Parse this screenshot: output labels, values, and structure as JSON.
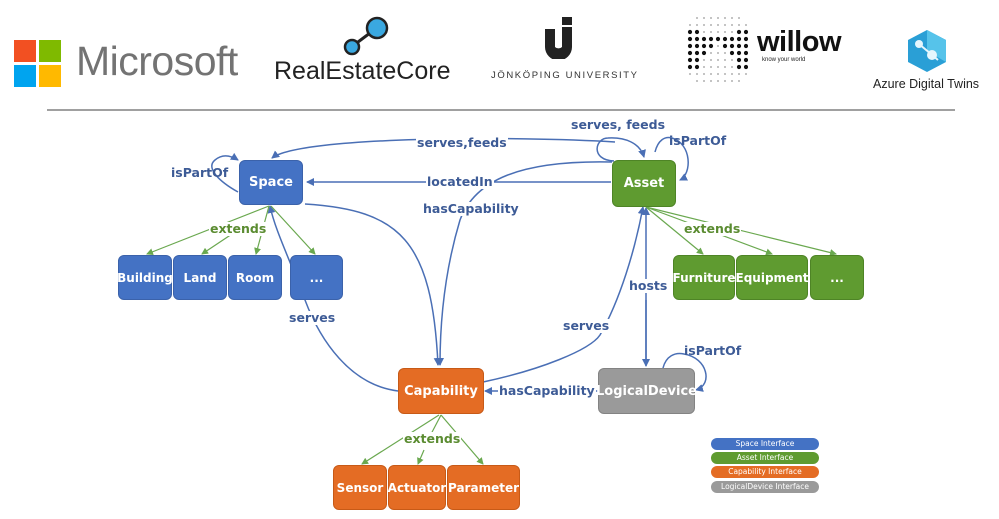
{
  "header": {
    "logos": [
      {
        "name": "Microsoft",
        "text": "Microsoft",
        "colors": [
          "#f25022",
          "#7fba00",
          "#00a4ef",
          "#ffb900"
        ]
      },
      {
        "name": "RealEstateCore",
        "text": "RealEstateCore",
        "accent": "#3aa8e0"
      },
      {
        "name": "Jönköping University",
        "text": "JÖNKÖPING UNIVERSITY",
        "glyph": "J"
      },
      {
        "name": "Willow",
        "text": "willow",
        "tagline": "know your world"
      },
      {
        "name": "Azure Digital Twins",
        "text": "Azure Digital Twins",
        "accent": "#2a9fd6"
      }
    ]
  },
  "diagram": {
    "nodes": {
      "space": "Space",
      "asset": "Asset",
      "capability": "Capability",
      "logical_device": "LogicalDevice",
      "building": "Building",
      "land": "Land",
      "room": "Room",
      "space_more": "...",
      "furniture": "Furniture",
      "equipment": "Equipment",
      "asset_more": "...",
      "sensor": "Sensor",
      "actuator": "Actuator",
      "parameter": "Parameter"
    },
    "edges": {
      "asset_serves_feeds_space": "serves,feeds",
      "asset_serves_feeds_asset": "serves, feeds",
      "asset_is_part_of": "isPartOf",
      "space_is_part_of": "isPartOf",
      "asset_located_in": "locatedIn",
      "space_has_capability": "hasCapability",
      "space_extends": "extends",
      "asset_extends": "extends",
      "asset_hosts": "hosts",
      "capability_serves_space": "serves",
      "capability_serves_asset": "serves",
      "logical_device_is_part_of": "isPartOf",
      "logical_device_has_capability": "hasCapability",
      "capability_extends": "extends"
    },
    "colors": {
      "space": "#4472c4",
      "asset": "#5f9b30",
      "capability": "#e46c24",
      "logical_device": "#9a9a9a",
      "relation": "#3d5b96",
      "extends": "#6aa84f"
    }
  },
  "legend": {
    "items": [
      {
        "label": "Space Interface",
        "color": "#4472c4"
      },
      {
        "label": "Asset Interface",
        "color": "#5f9b30"
      },
      {
        "label": "Capability Interface",
        "color": "#e46c24"
      },
      {
        "label": "LogicalDevice Interface",
        "color": "#9a9a9a"
      }
    ]
  }
}
